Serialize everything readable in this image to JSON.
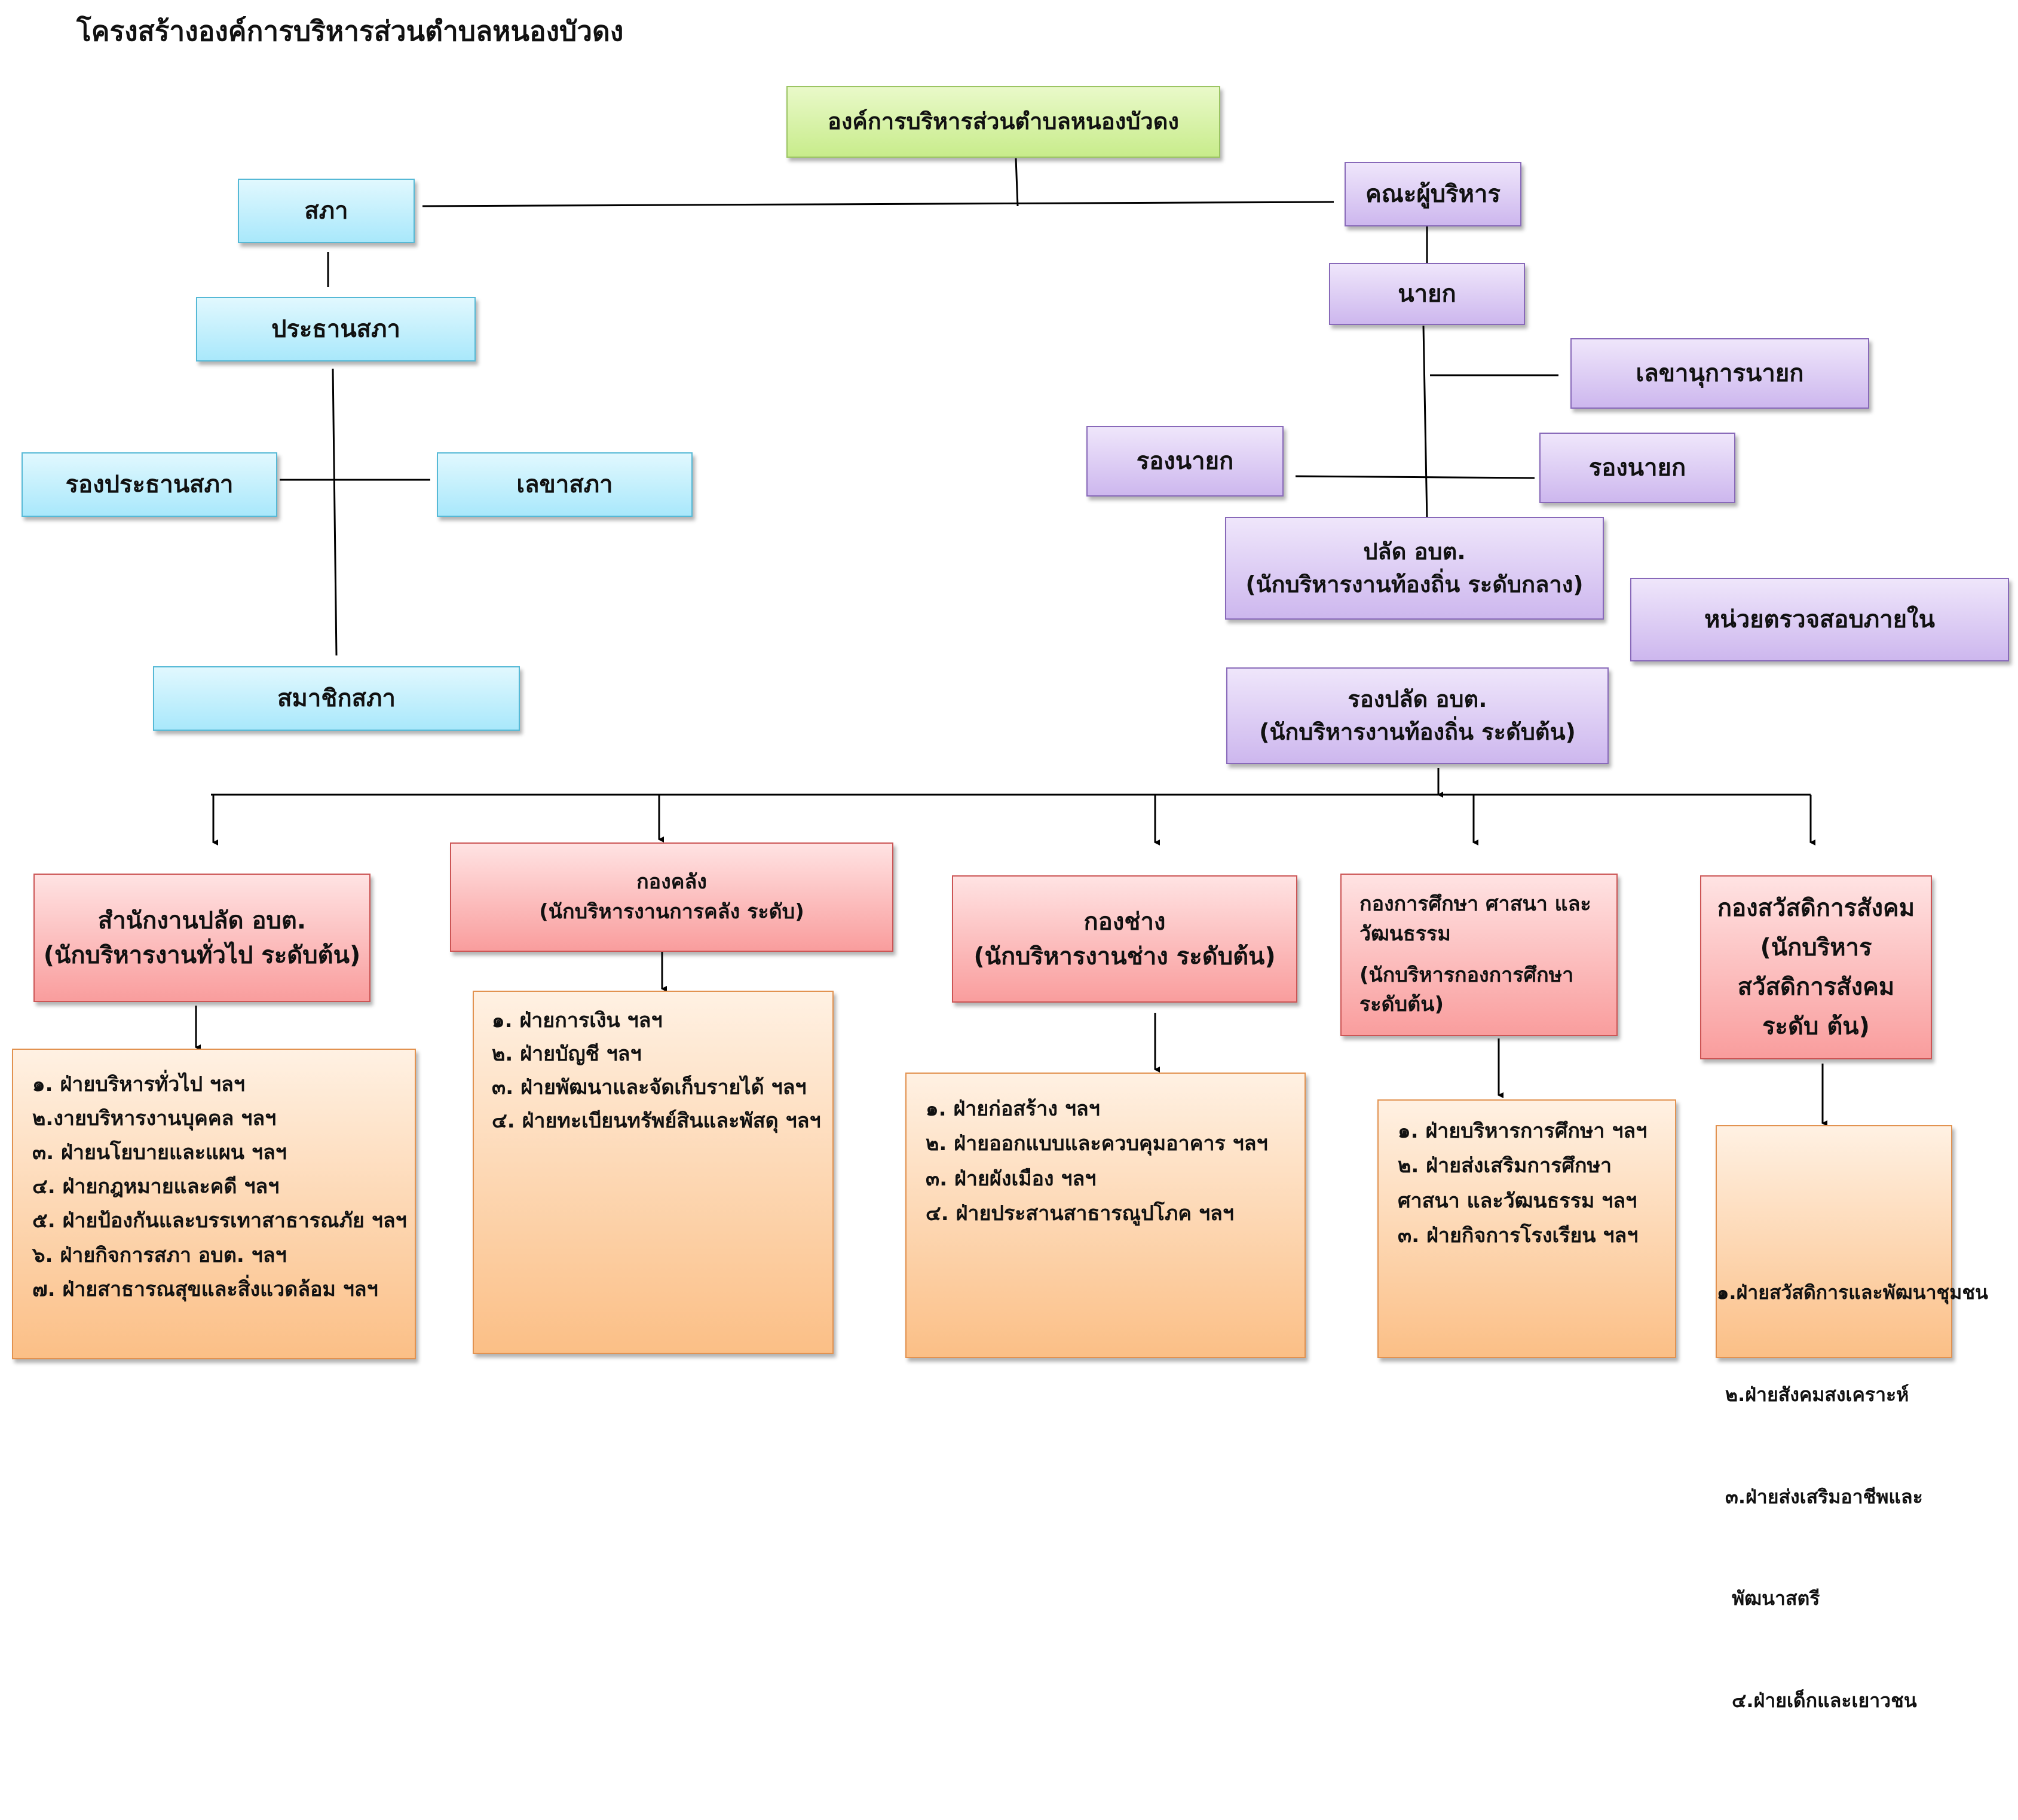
{
  "page_title": "โครงสร้างองค์การบริหารส่วนตำบลหนองบัวดง",
  "nodes": {
    "root": {
      "lines": [
        "องค์การบริหารส่วนตำบลหนองบัวดง"
      ]
    },
    "council": {
      "lines": [
        "สภา"
      ]
    },
    "council_president": {
      "lines": [
        "ประธานสภา"
      ]
    },
    "vice_council_president": {
      "lines": [
        "รองประธานสภา"
      ]
    },
    "council_secretary": {
      "lines": [
        "เลขาสภา"
      ]
    },
    "council_members": {
      "lines": [
        "สมาชิกสภา"
      ]
    },
    "executives": {
      "lines": [
        "คณะผู้บริหาร"
      ]
    },
    "mayor": {
      "lines": [
        "นายก"
      ]
    },
    "mayor_secretary": {
      "lines": [
        "เลขานุการนายก"
      ]
    },
    "deputy_mayor_left": {
      "lines": [
        "รองนายก"
      ]
    },
    "deputy_mayor_right": {
      "lines": [
        "รองนายก"
      ]
    },
    "clerk": {
      "lines": [
        "ปลัด อบต.",
        "(นักบริหารงานท้องถิ่น  ระดับกลาง)"
      ]
    },
    "internal_audit": {
      "lines": [
        "หน่วยตรวจสอบภายใน"
      ]
    },
    "deputy_clerk": {
      "lines": [
        "รองปลัด อบต.",
        "(นักบริหารงานท้องถิ่น ระดับต้น)"
      ]
    },
    "dept_office": {
      "lines": [
        "สำนักงานปลัด อบต.",
        "(นักบริหารงานทั่วไป ระดับต้น)"
      ]
    },
    "dept_finance": {
      "lines": [
        "กองคลัง",
        "(นักบริหารงานการคลัง  ระดับ)"
      ]
    },
    "dept_engineering": {
      "lines": [
        "กองช่าง",
        "(นักบริหารงานช่าง ระดับต้น)"
      ]
    },
    "dept_education": {
      "lines": [
        "กองการศึกษา ศาสนา และ",
        "วัฒนธรรม",
        "",
        "(นักบริหารกองการศึกษา",
        "ระดับต้น)"
      ]
    },
    "dept_welfare": {
      "lines": [
        "กองสวัสดิการสังคม",
        "(นักบริหาร",
        "สวัสดิการสังคม",
        "ระดับ ต้น)"
      ]
    }
  },
  "unit_lists": {
    "office": [
      "๑. ฝ่ายบริหารทั่วไป ฯลฯ",
      "๒.งายบริหารงานบุคคล ฯลฯ",
      "๓. ฝ่ายนโยบายและแผน ฯลฯ",
      "๔. ฝ่ายกฎหมายและคดี ฯลฯ",
      "๕. ฝ่ายป้องกันและบรรเทาสาธารณภัย ฯลฯ",
      "๖. ฝ่ายกิจการสภา อบต. ฯลฯ",
      "๗. ฝ่ายสาธารณสุขและสิ่งแวดล้อม ฯลฯ"
    ],
    "finance": [
      "๑. ฝ่ายการเงิน ฯลฯ",
      "๒. ฝ่ายบัญชี ฯลฯ",
      "๓. ฝ่ายพัฒนาและจัดเก็บรายได้ ฯลฯ",
      "๔. ฝ่ายทะเบียนทรัพย์สินและพัสดุ ฯลฯ"
    ],
    "engineering": [
      "๑.  ฝ่ายก่อสร้าง ฯลฯ",
      "๒.  ฝ่ายออกแบบและควบคุมอาคาร ฯลฯ",
      "๓.  ฝ่ายผังเมือง ฯลฯ",
      "๔. ฝ่ายประสานสาธารณูปโภค ฯลฯ"
    ],
    "education": [
      "๑. ฝ่ายบริหารการศึกษา ฯลฯ",
      "๒. ฝ่ายส่งเสริมการศึกษา",
      "ศาสนา และวัฒนธรรม ฯลฯ",
      "๓. ฝ่ายกิจการโรงเรียน ฯลฯ"
    ],
    "welfare": [
      "๑.ฝ่ายสวัสดิการและพัฒนาชุมชน",
      "๒.ฝ่ายสังคมสงเคราะห์",
      "๓.ฝ่ายส่งเสริมอาชีพและ",
      " พัฒนาสตรี",
      " ๔.ฝ่ายเด็กและเยาวชน"
    ]
  },
  "colors": {
    "root": "#c8ec8b",
    "council": "#a9e8fb",
    "executive": "#cdb7ee",
    "department": "#f99d9d",
    "units": "#fbbf86",
    "connector": "#000000"
  }
}
